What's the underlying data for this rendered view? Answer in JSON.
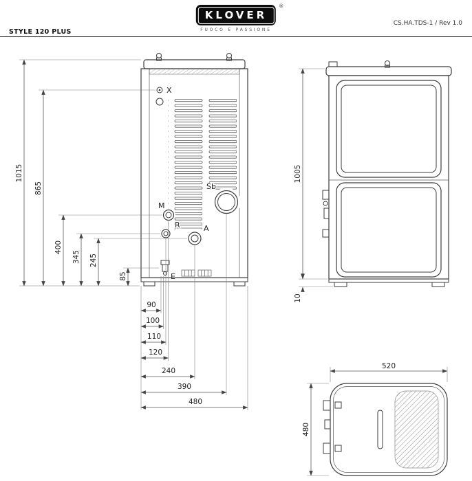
{
  "header": {
    "brand": "KLOVER",
    "reg_mark": "®",
    "tagline": "FUOCO E PASSIONE",
    "doc_ref": "CS.HA.TDS-1 / Rev 1.0",
    "model": "STYLE 120 PLUS"
  },
  "rear_view": {
    "ports": {
      "x": "X",
      "sb": "Sb",
      "m": "M",
      "r": "R",
      "a": "A",
      "e": "E"
    },
    "vertical_dims": {
      "d1015": "1015",
      "d865": "865",
      "d400": "400",
      "d345": "345",
      "d245": "245",
      "d85": "85"
    },
    "horizontal_dims": {
      "d90": "90",
      "d100": "100",
      "d110": "110",
      "d120": "120",
      "d240": "240",
      "d390": "390",
      "d480": "480"
    }
  },
  "side_view": {
    "d1005": "1005",
    "d10": "10"
  },
  "top_view": {
    "d520": "520",
    "d480": "480"
  }
}
